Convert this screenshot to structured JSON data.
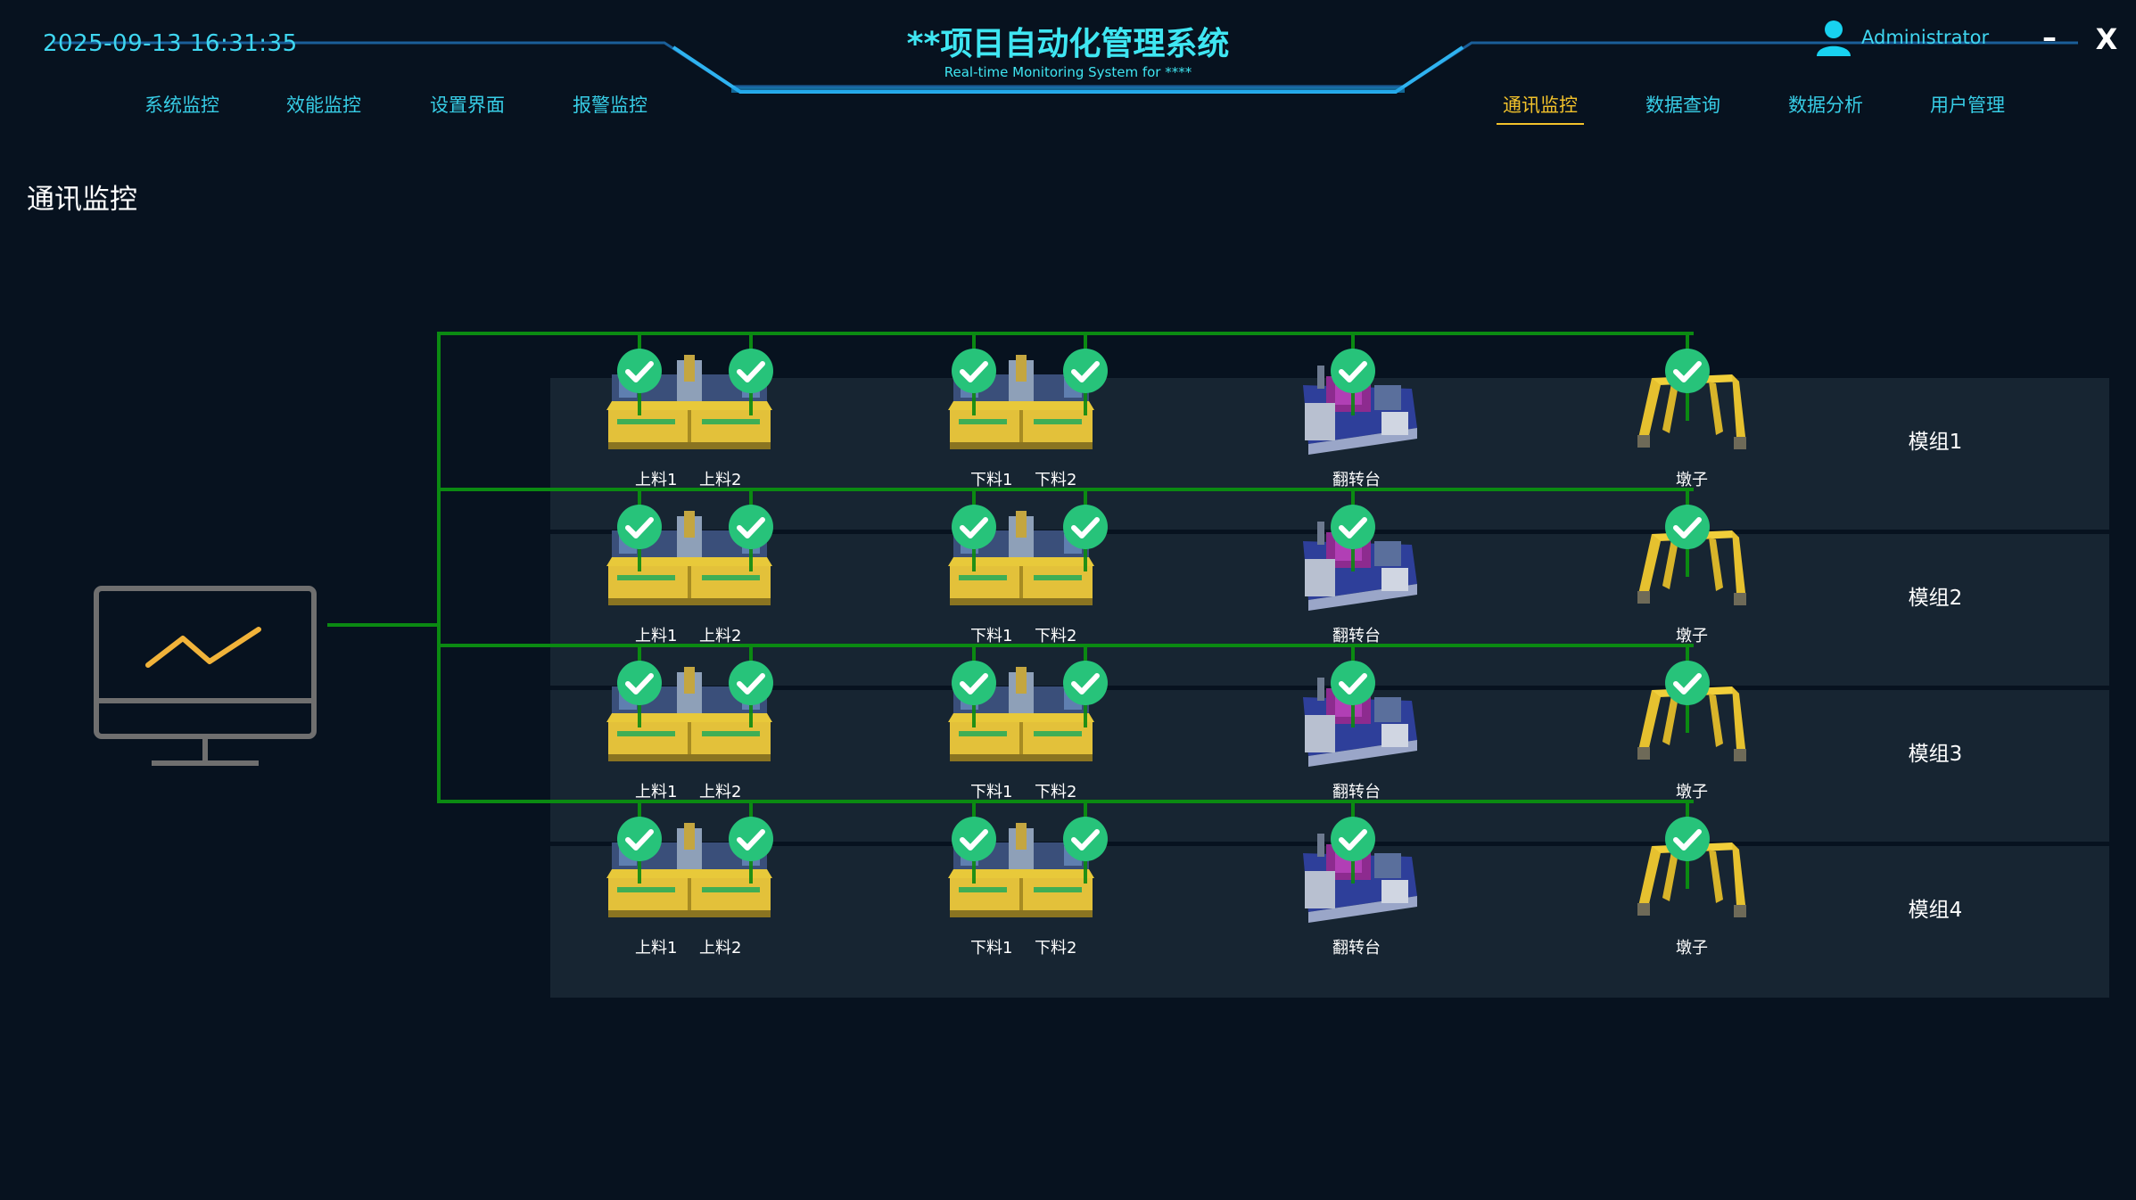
{
  "header": {
    "datetime": "2025-09-13 16:31:35",
    "title": "**项目自动化管理系统",
    "subtitle": "Real-time Monitoring System for ****",
    "user": "Administrator",
    "minimize_label": "–",
    "close_label": "X"
  },
  "nav_left": [
    "系统监控",
    "效能监控",
    "设置界面",
    "报警监控"
  ],
  "nav_right": [
    "通讯监控",
    "数据查询",
    "数据分析",
    "用户管理"
  ],
  "active_nav": "通讯监控",
  "page_title": "通讯监控",
  "colors": {
    "accent": "#3fd6f0",
    "active": "#f2c22b",
    "link_line": "#0b8a12",
    "ok_badge": "#27c37a",
    "panel": "#172532",
    "background": "#07121f"
  },
  "icons": {
    "status": "check-circle-icon",
    "host": "monitor-icon",
    "user": "user-icon"
  },
  "modules": [
    {
      "name": "模组1",
      "loader": [
        "上料1",
        "上料2"
      ],
      "unloader": [
        "下料1",
        "下料2"
      ],
      "flipper": "翻转台",
      "pier": "墩子",
      "status": [
        "ok",
        "ok",
        "ok",
        "ok",
        "ok",
        "ok"
      ]
    },
    {
      "name": "模组2",
      "loader": [
        "上料1",
        "上料2"
      ],
      "unloader": [
        "下料1",
        "下料2"
      ],
      "flipper": "翻转台",
      "pier": "墩子",
      "status": [
        "ok",
        "ok",
        "ok",
        "ok",
        "ok",
        "ok"
      ]
    },
    {
      "name": "模组3",
      "loader": [
        "上料1",
        "上料2"
      ],
      "unloader": [
        "下料1",
        "下料2"
      ],
      "flipper": "翻转台",
      "pier": "墩子",
      "status": [
        "ok",
        "ok",
        "ok",
        "ok",
        "ok",
        "ok"
      ]
    },
    {
      "name": "模组4",
      "loader": [
        "上料1",
        "上料2"
      ],
      "unloader": [
        "下料1",
        "下料2"
      ],
      "flipper": "翻转台",
      "pier": "墩子",
      "status": [
        "ok",
        "ok",
        "ok",
        "ok",
        "ok",
        "ok"
      ]
    }
  ]
}
